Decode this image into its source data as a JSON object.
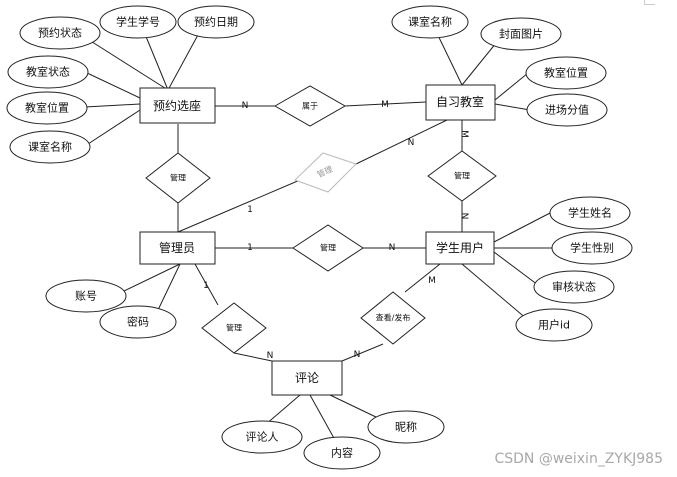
{
  "entities": {
    "booking_seat": "预约选座",
    "study_room": "自习教室",
    "admin": "管理员",
    "student_user": "学生用户",
    "comment": "评论"
  },
  "attributes": {
    "booking_status": "预约状态",
    "student_no": "学生学号",
    "booking_date": "预约日期",
    "room_status": "教室状态",
    "room_location_a": "教室位置",
    "course_name_a": "课室名称",
    "course_name_b": "课室名称",
    "cover_image": "封面图片",
    "room_location_b": "教室位置",
    "entry_score": "进场分值",
    "student_name": "学生姓名",
    "student_gender": "学生性别",
    "review_status": "审核状态",
    "user_id": "用户id",
    "account": "账号",
    "password": "密码",
    "commenter": "评论人",
    "content": "内容",
    "nickname": "昵称"
  },
  "relationships": {
    "belongs_to": "属于",
    "manage_booking": "管理",
    "manage_room_faded": "管理",
    "manage_room_student": "管理",
    "manage_admin_student": "管理",
    "manage_comment": "管理",
    "view_publish": "查看/发布"
  },
  "cardinalities": {
    "booking_belongs": "N",
    "room_belongs": "M",
    "room_manage_top": "M",
    "student_manage_bottom": "N",
    "faded_admin_side": "1",
    "faded_room_side": "N",
    "admin_manage_student_a": "1",
    "admin_manage_student_b": "N",
    "admin_comment_a": "1",
    "admin_comment_b": "N",
    "student_comment_a": "M",
    "student_comment_b": "N"
  },
  "watermark": "CSDN @weixin_ZYKJ985"
}
